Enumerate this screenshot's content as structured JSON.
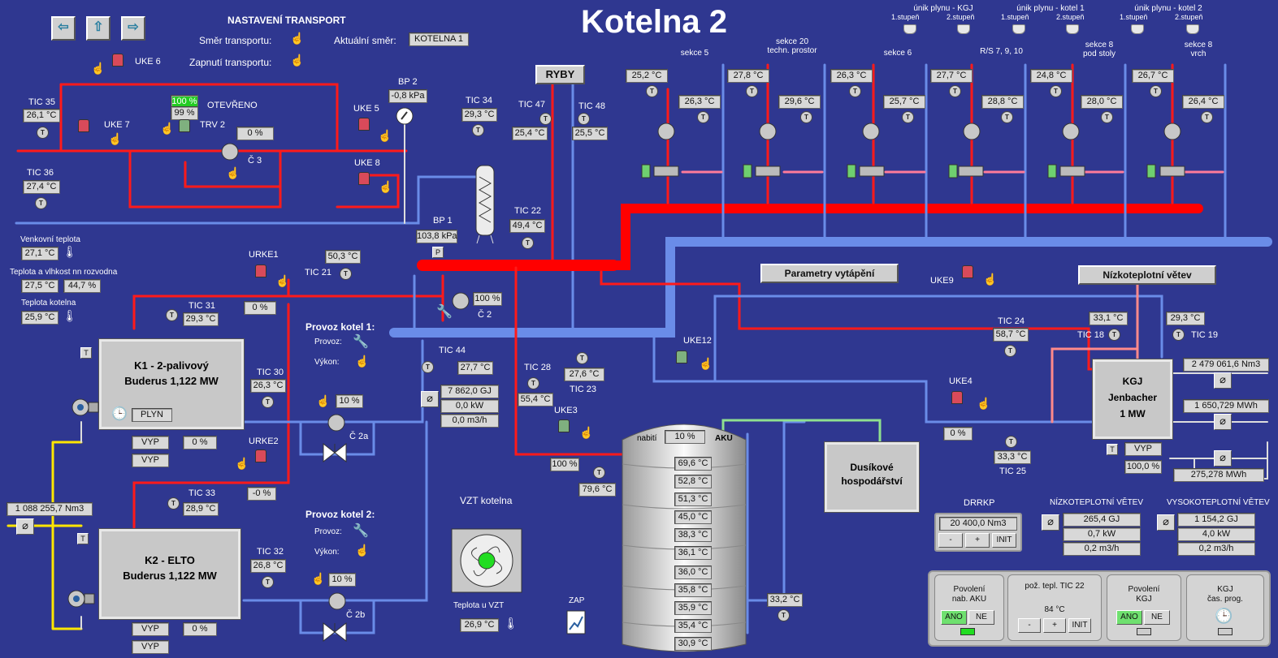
{
  "header": {
    "title": "Kotelna 2",
    "transport_title": "NASTAVENÍ TRANSPORT",
    "transport_dir_label": "Směr transportu:",
    "transport_on_label": "Zapnutí transportu:",
    "current_dir_label": "Aktuální směr:",
    "current_dir_value": "KOTELNA 1"
  },
  "gas_alarms": [
    {
      "title": "únik plynu - KGJ",
      "s1": "1.stupeň",
      "s2": "2.stupeň"
    },
    {
      "title": "únik plynu - kotel 1",
      "s1": "1.stupeň",
      "s2": "2.stupeň"
    },
    {
      "title": "únik plynu - kotel 2",
      "s1": "1.stupeň",
      "s2": "2.stupeň"
    }
  ],
  "sections": [
    {
      "name": "sekce 5",
      "t1": "25,2 °C",
      "t2": "26,3 °C"
    },
    {
      "name": "sekce 20\ntechn. prostor",
      "t1": "27,8 °C",
      "t2": "29,6 °C"
    },
    {
      "name": "sekce 6",
      "t1": "26,3 °C",
      "t2": "25,7 °C"
    },
    {
      "name": "R/S 7, 9, 10",
      "t1": "27,7 °C",
      "t2": "28,8 °C"
    },
    {
      "name": "sekce 8\npod stoly",
      "t1": "24,8 °C",
      "t2": "28,0 °C"
    },
    {
      "name": "sekce 8\nvrch",
      "t1": "26,7 °C",
      "t2": "26,4 °C"
    }
  ],
  "top": {
    "uke6": "UKE 6",
    "uke7": "UKE 7",
    "uke5": "UKE 5",
    "uke8": "UKE 8",
    "trv2": "TRV 2",
    "trv2_pct": "100 %",
    "trv2_pct2": "99 %",
    "otevreno": "OTEVŘENO",
    "c3": "Č 3",
    "c3_pct": "0 %",
    "tic35": "TIC 35",
    "tic35_v": "26,1 °C",
    "tic36": "TIC 36",
    "tic36_v": "27,4 °C",
    "bp2": "BP 2",
    "bp2_v": "-0,8 kPa",
    "tic34": "TIC 34",
    "tic34_v": "29,3 °C",
    "tic47": "TIC 47",
    "tic47_v": "25,4 °C",
    "tic48": "TIC 48",
    "tic48_v": "25,5 °C",
    "ryby": "RYBY",
    "bp1": "BP 1",
    "bp1_v": "103,8 kPa",
    "bp1_p": "P",
    "tic22": "TIC 22",
    "tic22_v": "49,4 °C"
  },
  "weather": {
    "outdoor_label": "Venkovní teplota",
    "outdoor_v": "27,1 °C",
    "rozvodna_label": "Teplota a vlhkost nn rozvodna",
    "rozvodna_t": "27,5 °C",
    "rozvodna_h": "44,7 %",
    "kotelna_label": "Teplota kotelna",
    "kotelna_v": "25,9 °C"
  },
  "k1": {
    "name": "K1 - 2-palivový",
    "sub": "Buderus 1,122 MW",
    "fuel": "PLYN",
    "state": "VYP",
    "pct": "0 %",
    "state2": "VYP",
    "urke1": "URKE1",
    "urke1_pct": "0 %",
    "tic31": "TIC 31",
    "tic31_v": "29,3 °C",
    "tic21": "TIC 21",
    "tic21_v": "50,3 °C",
    "tic30": "TIC 30",
    "tic30_v": "26,3 °C",
    "c2a": "Č 2a",
    "c2a_pct": "10 %",
    "provoz_title": "Provoz kotel 1:",
    "provoz": "Provoz:",
    "vykon": "Výkon:"
  },
  "k2": {
    "name": "K2 - ELTO",
    "sub": "Buderus 1,122 MW",
    "state": "VYP",
    "pct": "0 %",
    "state2": "VYP",
    "urke2": "URKE2",
    "urke2_pct": "-0 %",
    "tic33": "TIC 33",
    "tic33_v": "28,9 °C",
    "tic32": "TIC 32",
    "tic32_v": "26,8 °C",
    "c2b": "Č 2b",
    "c2b_pct": "10 %",
    "provoz_title": "Provoz kotel 2:",
    "provoz": "Provoz:",
    "vykon": "Výkon:"
  },
  "gas_meter_left": "1 088 255,7 Nm3",
  "middle": {
    "c2": "Č 2",
    "c2_pct": "100 %",
    "tic44": "TIC 44",
    "tic44_v": "27,7 °C",
    "heat_gj": "7 862,0 GJ",
    "heat_kw": "0,0 kW",
    "heat_flow": "0,0 m3/h",
    "tic28": "TIC 28",
    "tic28_v": "55,4 °C",
    "tic23": "TIC 23",
    "tic23_v": "27,6 °C",
    "uke3": "UKE3",
    "uke3_pct": "100 %",
    "uke3_t": "79,6 °C",
    "uke12": "UKE12",
    "vzt_title": "VZT kotelna",
    "vzt_temp_label": "Teplota u VZT",
    "vzt_temp": "26,9 °C",
    "zap": "ZAP"
  },
  "aku": {
    "nabiti": "nabití",
    "pct": "10 %",
    "label": "AKU",
    "temps": [
      "69,6 °C",
      "52,8 °C",
      "51,3 °C",
      "45,0 °C",
      "38,3 °C",
      "36,1 °C",
      "36,0 °C",
      "35,8 °C",
      "35,9 °C",
      "35,4 °C",
      "30,9 °C"
    ],
    "side_t": "33,2 °C"
  },
  "right": {
    "param_btn": "Parametry vytápění",
    "low_btn": "Nízkoteplotní větev",
    "uke9": "UKE9",
    "tic24": "TIC 24",
    "tic24_v": "58,7 °C",
    "tic18": "TIC 18",
    "tic18_v": "33,1 °C",
    "tic19": "TIC 19",
    "tic19_v": "29,3 °C",
    "uke4": "UKE4",
    "uke4_pct": "0 %",
    "tic25": "TIC 25",
    "tic25_v": "33,3 °C",
    "dusik": "Dusíkové\nhospodářství",
    "kgj_name": "KGJ",
    "kgj_sub": "Jenbacher",
    "kgj_mw": "1 MW",
    "kgj_state": "VYP",
    "kgj_pct": "100,0 %",
    "gas_nm3": "2 479 061,6 Nm3",
    "el_mwh": "1 650,729 MWh",
    "heat_mwh": "275,278 MWh",
    "drrkp": "DRRKP",
    "drrkp_v": "20 400,0 Nm3",
    "minus": "-",
    "plus": "+",
    "init": "INIT",
    "nizko_title": "NÍZKOTEPLOTNÍ VĚTEV",
    "nizko_gj": "265,4 GJ",
    "nizko_kw": "0,7 kW",
    "nizko_flow": "0,2 m3/h",
    "vysoko_title": "VYSOKOTEPLOTNÍ VĚTEV",
    "vysoko_gj": "1 154,2 GJ",
    "vysoko_kw": "4,0 kW",
    "vysoko_flow": "0,2 m3/h"
  },
  "bottom_panel": {
    "aku_title": "Povolení\nnab. AKU",
    "ano": "ANO",
    "ne": "NE",
    "poz_title": "pož. tepl. TIC 22",
    "poz_v": "84 °C",
    "minus": "-",
    "plus": "+",
    "init": "INIT",
    "kgj_title": "Povolení\nKGJ",
    "prog_title": "KGJ\nčas. prog."
  },
  "colors": {
    "bg": "#2f3790",
    "hot": "#ff0000",
    "cold": "#6a8ce8",
    "accent_green": "#22cc22"
  }
}
